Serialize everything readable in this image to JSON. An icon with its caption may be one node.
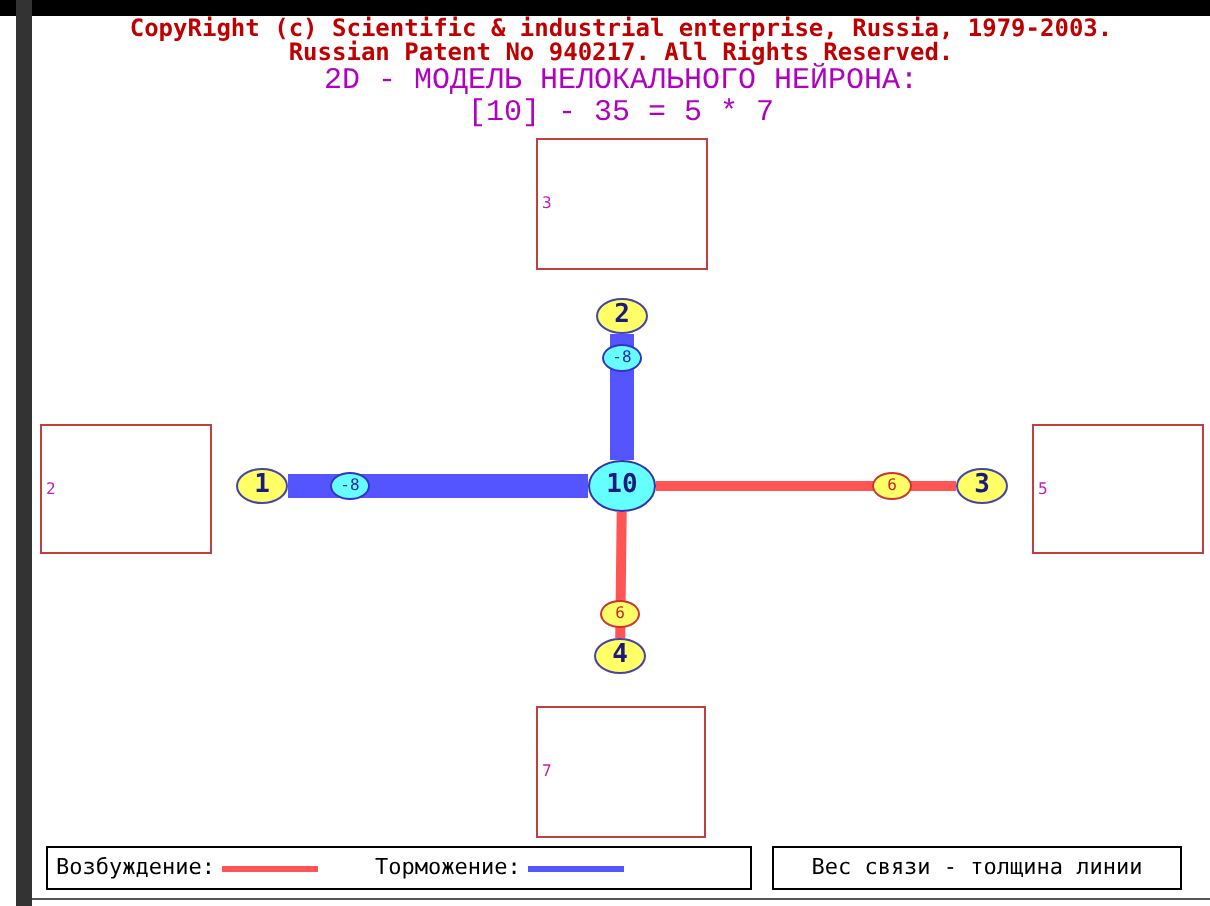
{
  "diagram": {
    "title": "2D - МОДЕЛЬ НЕЛОКАЛЬНОГО НЕЙРОНА:",
    "nodes": [
      {
        "text": [
          "3"
        ]
      },
      {
        "text": [
          "2"
        ]
      },
      {
        "text": [
          "2"
        ]
      },
      {
        "text": [
          "1"
        ]
      },
      {
        "text": [
          "10"
        ]
      },
      {
        "text": [
          "3"
        ]
      },
      {
        "text": [
          "5"
        ]
      },
      {
        "text": [
          "4"
        ]
      },
      {
        "text": [
          "7"
        ]
      }
    ],
    "edges": [
      {
        "from": 3,
        "to": 4,
        "arrow": "none",
        "label": "-8",
        "style": "thick",
        "color": "#5555ff"
      },
      {
        "from": 1,
        "to": 4,
        "arrow": "none",
        "label": "-8",
        "style": "thick",
        "color": "#5555ff"
      },
      {
        "from": 5,
        "to": 4,
        "arrow": "none",
        "label": "6",
        "color": "#ff5555"
      },
      {
        "from": 7,
        "to": 4,
        "arrow": "none",
        "label": "6",
        "color": "#ff5555"
      }
    ],
    "labels": [
      "CopyRight (c) Scientific & industrial enterprise, Russia, 1979-2003.",
      "Russian Patent No 940217. All Rights Reserved.",
      "[10] - 35 = 5 * 7",
      "Вес связи - толщина линии"
    ],
    "legend": [
      {
        "text": "Возбуждение:"
      },
      {
        "text": "Торможение:"
      }
    ]
  }
}
